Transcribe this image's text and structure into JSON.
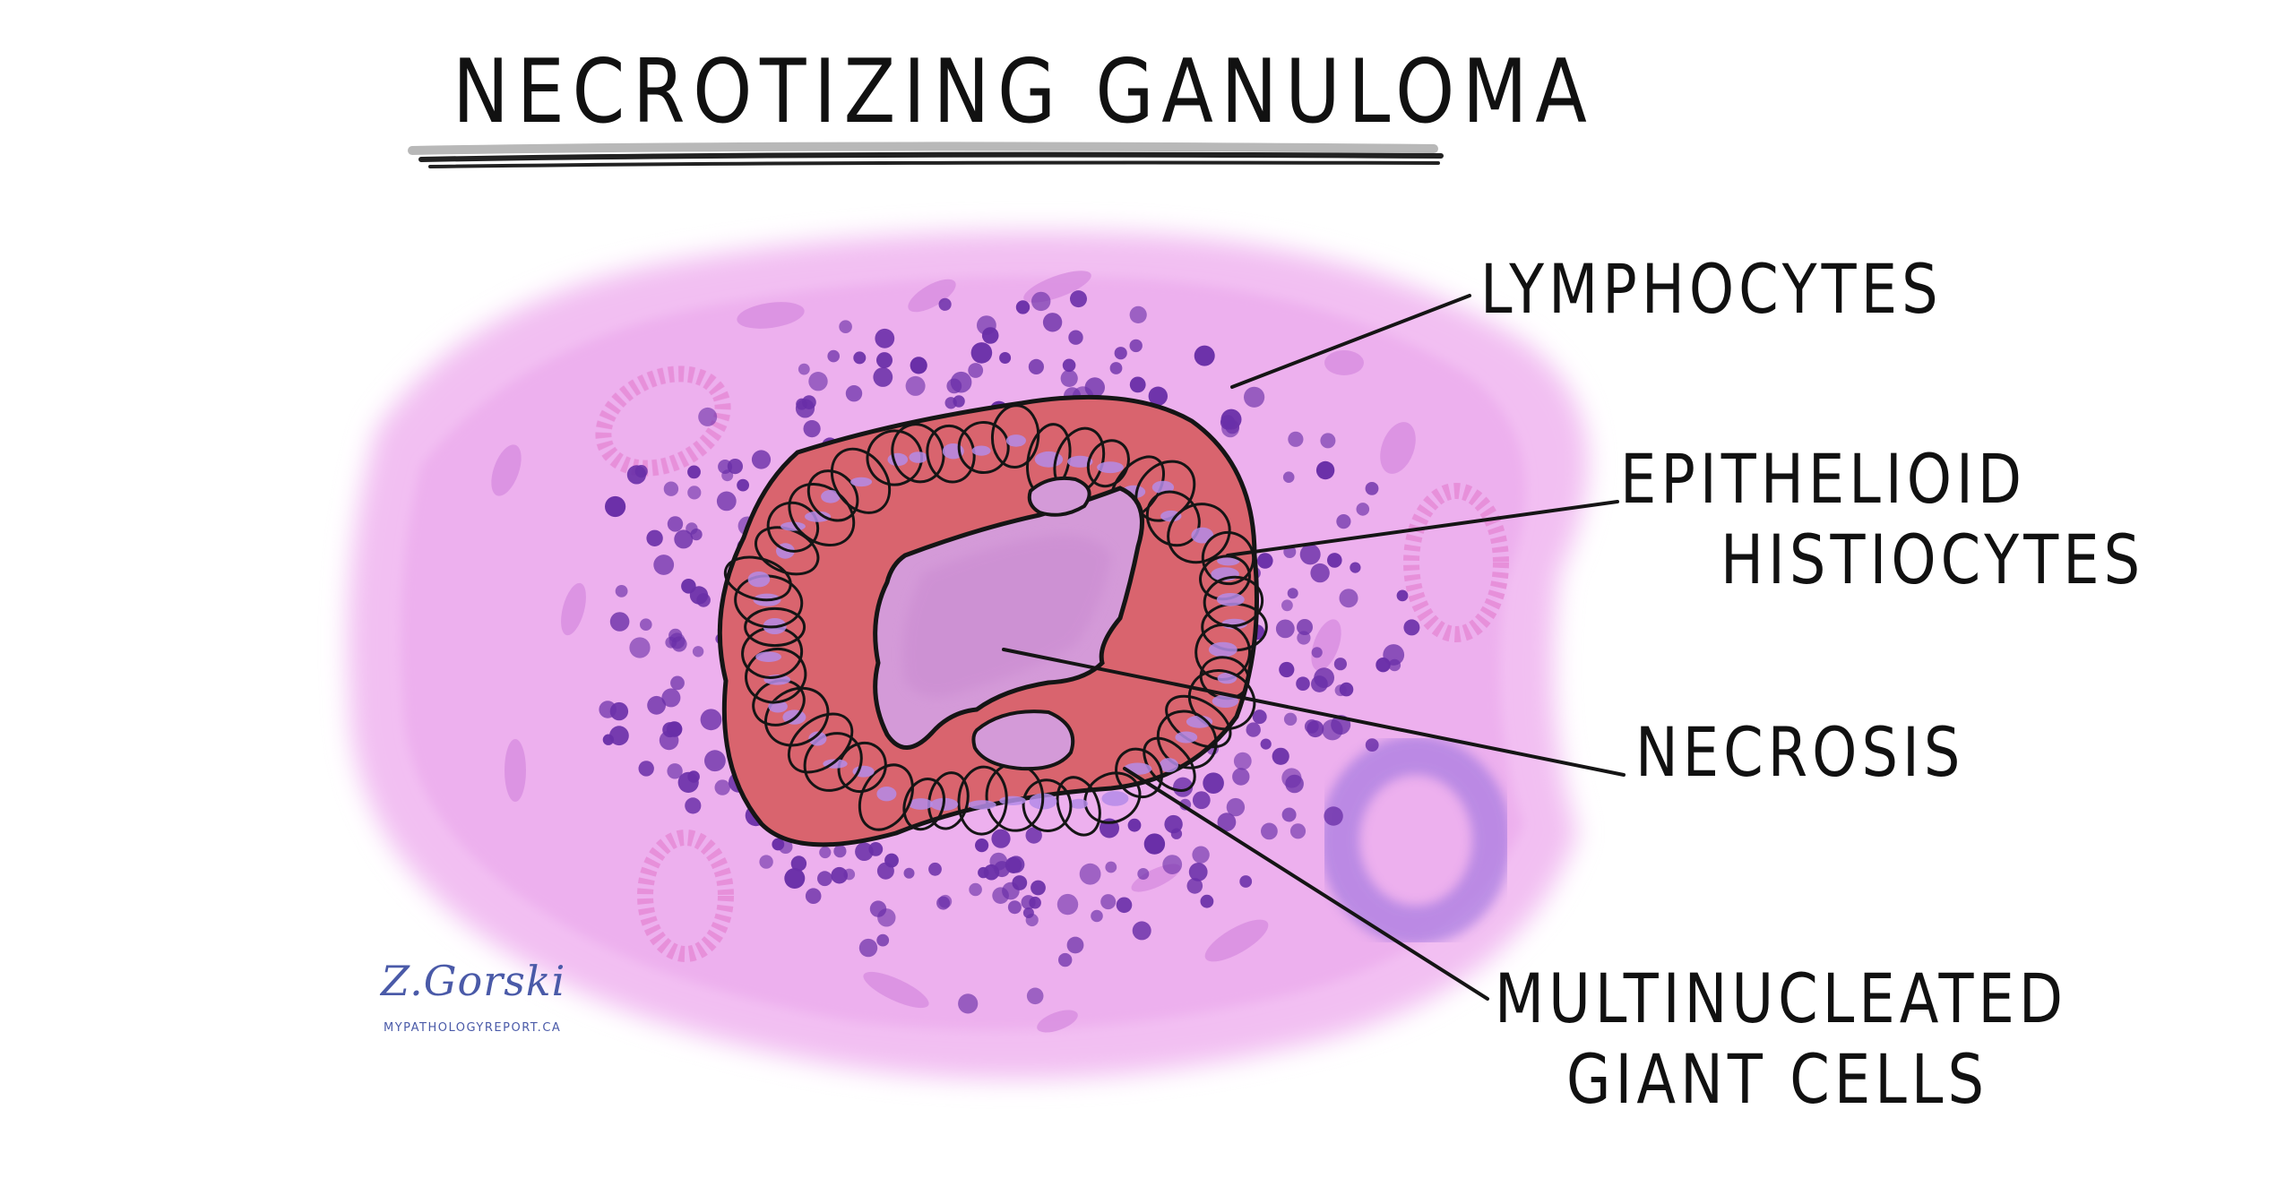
{
  "title": "NECROTIZING GANULOMA",
  "labels": {
    "lymphocytes": "LYMPHOCYTES",
    "epithelioid_line1": "EPITHELIOID",
    "epithelioid_line2": "HISTIOCYTES",
    "necrosis": "NECROSIS",
    "giant_cells_line1": "MULTINUCLEATED",
    "giant_cells_line2": "GIANT CELLS"
  },
  "credit": {
    "signature": "Z.Gorski",
    "website": "MYPATHOLOGYREPORT.CA"
  },
  "colors": {
    "tissue_background": "#f0b8f0",
    "tissue_light": "#f7d4f7",
    "lymphocyte": "#6a2fa8",
    "epithelioid_cell": "#d9646e",
    "nucleus": "#b48be8",
    "necrosis": "#d49ad8",
    "vessel": "#e58fd6",
    "ink": "#111111",
    "signature_ink": "#4a5aa8"
  }
}
